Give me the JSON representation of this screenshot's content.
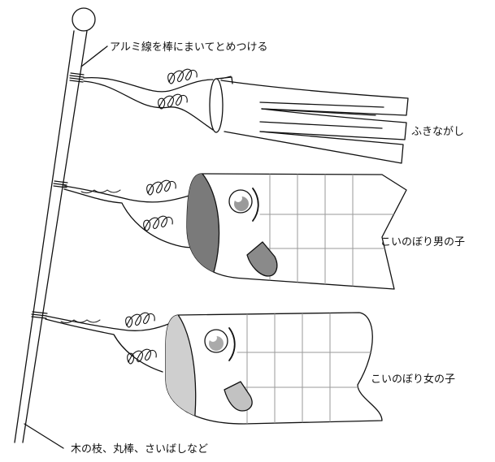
{
  "labels": {
    "wire": "アルミ線を棒にまいてとめつける",
    "streamer": "ふきながし",
    "male_carp": "こいのぼり男の子",
    "female_carp": "こいのぼり女の子",
    "pole": "木の枝、丸棒、さいばしなど"
  },
  "colors": {
    "line": "#111111",
    "male_face": "#7a7a7a",
    "male_mouth": "#8a8a8a",
    "female_face": "#cfcfcf",
    "female_mouth": "#c2c2c2",
    "scale_grid": "#9a9a9a"
  }
}
